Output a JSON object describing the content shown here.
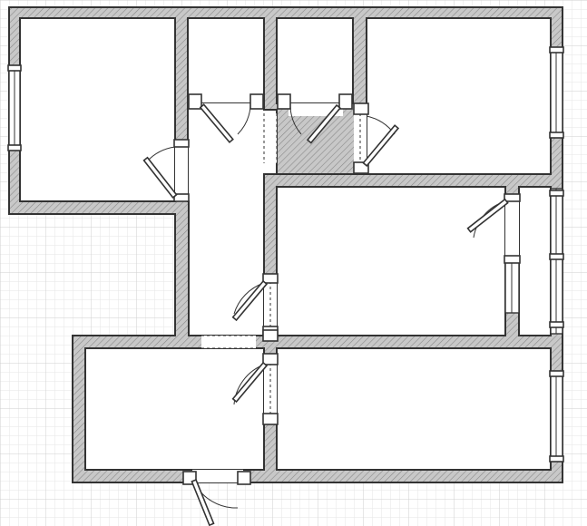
{
  "plan": {
    "rooms": 7,
    "doors": 9,
    "windows": 5
  },
  "colors": {
    "background": "#ffffff",
    "grid_minor": "#e6e6e6",
    "grid_major": "#cfcfcf",
    "wall_fill": "#c8c8c8",
    "hatch_line": "#8a8a8a",
    "outline": "#333333"
  }
}
